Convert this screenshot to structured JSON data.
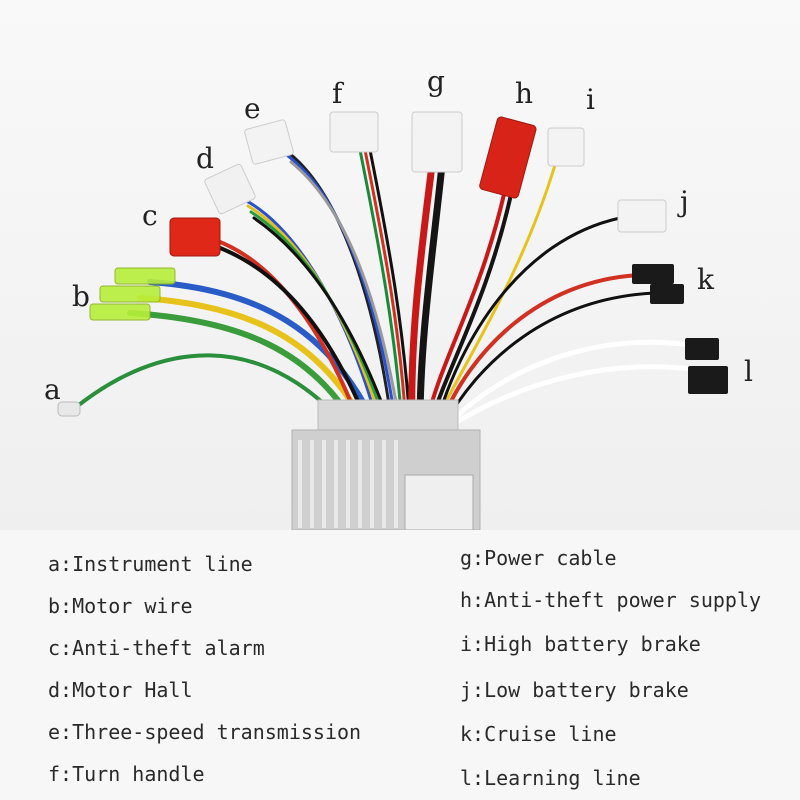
{
  "diagram": {
    "wire_letters": {
      "a": "a",
      "b": "b",
      "c": "c",
      "d": "d",
      "e": "e",
      "f": "f",
      "g": "g",
      "h": "h",
      "i": "i",
      "j": "j",
      "k": "k",
      "l": "l"
    },
    "legend_left": [
      "a:Instrument line",
      "b:Motor wire",
      "c:Anti-theft alarm",
      "d:Motor Hall",
      "e:Three-speed transmission",
      "f:Turn handle"
    ],
    "legend_right": [
      "g:Power cable",
      "h:Anti-theft power supply",
      "i:High battery brake",
      "j:Low battery brake",
      "k:Cruise line",
      "l:Learning line"
    ]
  }
}
